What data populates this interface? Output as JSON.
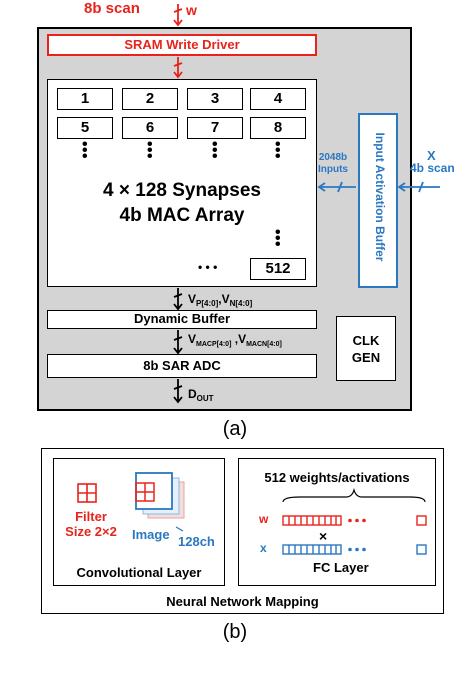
{
  "panel_a": {
    "top_signal": {
      "left": "8b scan",
      "right": "w"
    },
    "sram_label": "SRAM Write Driver",
    "cells": [
      "1",
      "2",
      "3",
      "4",
      "5",
      "6",
      "7",
      "8"
    ],
    "last_cell": "512",
    "ellipsis": "• • •",
    "array_title_line1": "4 × 128 Synapses",
    "array_title_line2": "4b MAC Array",
    "input_buffer_label": "Input Activation Buffer",
    "inputs_label_line1": "2048b",
    "inputs_label_line2": "Inputs",
    "x_label": "X",
    "x_scan_label": "4b scan",
    "vp_signal": {
      "v": "V",
      "p_sub": "P[4:0]",
      "sep": ",V",
      "n_sub": "N[4:0]"
    },
    "dyn_buffer_label": "Dynamic Buffer",
    "vmac_signal": {
      "v": "V",
      "p_sub": "MACP[4:0]",
      "sep": " ,V",
      "n_sub": "MACN[4:0]"
    },
    "adc_label": "8b SAR ADC",
    "clk_line1": "CLK",
    "clk_line2": "GEN",
    "dout_signal": {
      "d": "D",
      "sub": "OUT"
    },
    "caption": "(a)"
  },
  "panel_b": {
    "filter_label_line1": "Filter",
    "filter_label_line2": "Size 2×2",
    "image_label": "Image",
    "channels_label": "128ch",
    "conv_title": "Convolutional Layer",
    "fc_heading": "512 weights/activations",
    "w_label": "w",
    "x_label": "x",
    "multiply_symbol": "×",
    "fc_title": "FC Layer",
    "mapping_title": "Neural Network Mapping",
    "caption": "(b)"
  },
  "colors": {
    "red": "#e8231c",
    "blue": "#2a78c2",
    "chip_gray": "#d4d4d4"
  }
}
